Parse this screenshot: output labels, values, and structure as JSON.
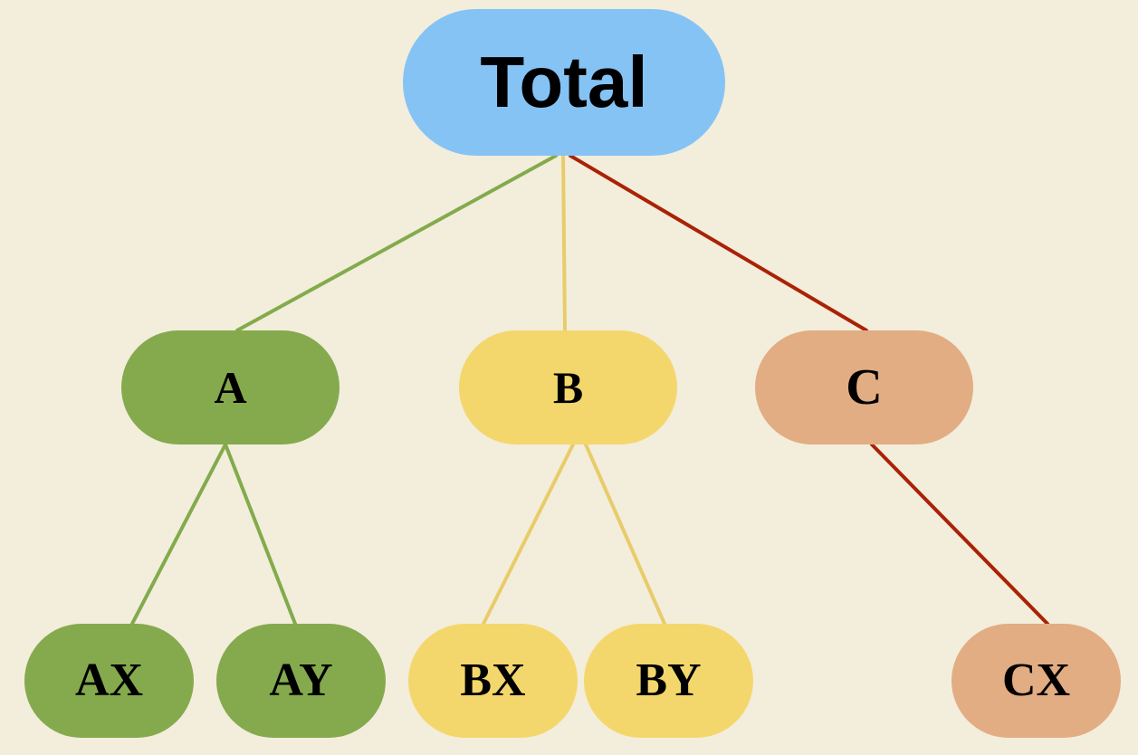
{
  "colors": {
    "background": "#F3EDDC",
    "root": "#85C3F5",
    "group_a": "#85AA4E",
    "group_b": "#F4D76C",
    "group_c": "#E2AD83",
    "edge_a": "#82AB4C",
    "edge_b": "#E8CC6A",
    "edge_c": "#AA2205"
  },
  "nodes": {
    "total": "Total",
    "a": "A",
    "b": "B",
    "c": "C",
    "ax": "AX",
    "ay": "AY",
    "bx": "BX",
    "by": "BY",
    "cx": "CX"
  },
  "edges": [
    {
      "from": "total",
      "to": "a",
      "group": "a"
    },
    {
      "from": "total",
      "to": "b",
      "group": "b"
    },
    {
      "from": "total",
      "to": "c",
      "group": "c"
    },
    {
      "from": "a",
      "to": "ax",
      "group": "a"
    },
    {
      "from": "a",
      "to": "ay",
      "group": "a"
    },
    {
      "from": "b",
      "to": "bx",
      "group": "b"
    },
    {
      "from": "b",
      "to": "by",
      "group": "b"
    },
    {
      "from": "c",
      "to": "cx",
      "group": "c"
    }
  ]
}
